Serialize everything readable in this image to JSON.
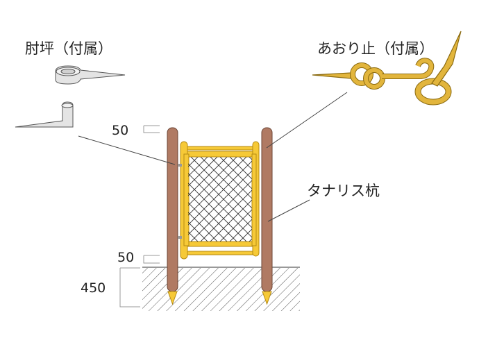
{
  "labels": {
    "hinge_parts": "肘坪（付属）",
    "latch_hook": "あおり止（付属）",
    "post": "タナリス杭"
  },
  "dimensions": {
    "top_gap": "50",
    "bottom_gap": "50",
    "embed_depth": "450"
  },
  "colors": {
    "post_fill": "#b07a63",
    "post_stroke": "#6b4636",
    "frame_fill": "#f6c937",
    "frame_stroke": "#b58a12",
    "mesh": "#333333",
    "hardware": "#e2b53c",
    "hardware_stroke": "#8a6a10",
    "hinge_fill": "#e4e4e4",
    "ground_hatch": "#555555"
  },
  "icons": [
    "hinge-ring-icon",
    "hinge-pin-icon",
    "latch-hook-icon"
  ]
}
